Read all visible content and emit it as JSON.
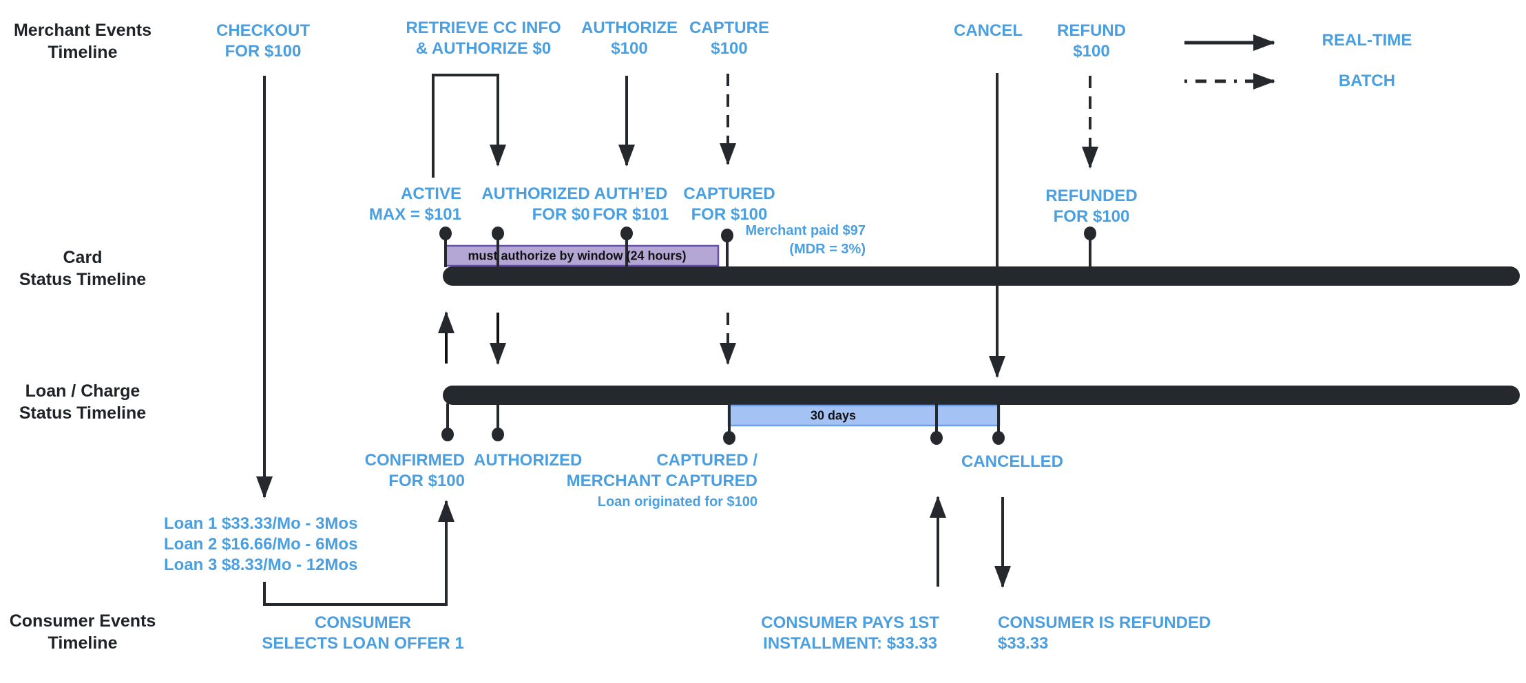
{
  "rows": {
    "merchant": [
      "Merchant Events",
      "Timeline"
    ],
    "card": [
      "Card",
      "Status Timeline"
    ],
    "loan": [
      "Loan / Charge",
      "Status Timeline"
    ],
    "consumer": [
      "Consumer Events",
      "Timeline"
    ]
  },
  "legend": {
    "real_time": "REAL-TIME",
    "batch": "BATCH"
  },
  "merchant_events": {
    "checkout": [
      "CHECKOUT",
      "FOR $100"
    ],
    "retrieve": [
      "RETRIEVE CC INFO",
      "& AUTHORIZE $0"
    ],
    "authorize": [
      "AUTHORIZE",
      "$100"
    ],
    "capture": [
      "CAPTURE",
      "$100"
    ],
    "cancel": [
      "CANCEL"
    ],
    "refund": [
      "REFUND",
      "$100"
    ]
  },
  "card_status": {
    "active": [
      "ACTIVE",
      "MAX = $101"
    ],
    "authorized": [
      "AUTHORIZED",
      "FOR $0"
    ],
    "authed": [
      "AUTH’ED",
      "FOR $101"
    ],
    "captured": [
      "CAPTURED",
      "FOR $100"
    ],
    "merchant_paid": [
      "Merchant paid $97",
      "(MDR = 3%)"
    ],
    "refunded": [
      "REFUNDED",
      "FOR $100"
    ],
    "window_box": "must authorize by window (24 hours)"
  },
  "loan_status": {
    "confirmed": [
      "CONFIRMED",
      "FOR $100"
    ],
    "authorized": [
      "AUTHORIZED"
    ],
    "captured": [
      "CAPTURED /",
      "MERCHANT CAPTURED"
    ],
    "originated": "Loan originated for $100",
    "cancelled": [
      "CANCELLED"
    ],
    "period_box": "30 days"
  },
  "loan_offers": [
    "Loan 1 $33.33/Mo - 3Mos",
    "Loan 2 $16.66/Mo - 6Mos",
    "Loan 3 $8.33/Mo - 12Mos"
  ],
  "consumer_events": {
    "selects": [
      "CONSUMER",
      "SELECTS LOAN OFFER 1"
    ],
    "pays": [
      "CONSUMER PAYS 1ST",
      "INSTALLMENT: $33.33"
    ],
    "refunded": [
      "CONSUMER IS REFUNDED",
      "$33.33"
    ]
  },
  "colors": {
    "label_blue": "#4a9fe0",
    "dark": "#25292d",
    "window_fill": "#b4a7d6",
    "window_border": "#674ea7",
    "period_fill": "#a4c2f4",
    "period_border": "#6d9eeb"
  }
}
